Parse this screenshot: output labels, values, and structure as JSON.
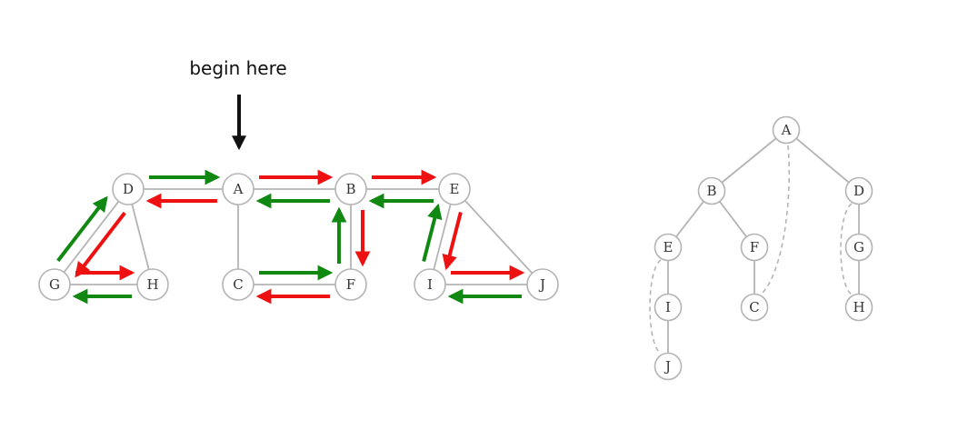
{
  "annotation": {
    "text": "begin here"
  },
  "graph": {
    "nodes": [
      "A",
      "B",
      "C",
      "D",
      "E",
      "F",
      "G",
      "H",
      "I",
      "J"
    ],
    "edges": [
      [
        "D",
        "A"
      ],
      [
        "A",
        "B"
      ],
      [
        "B",
        "E"
      ],
      [
        "A",
        "C"
      ],
      [
        "B",
        "F"
      ],
      [
        "E",
        "I"
      ],
      [
        "D",
        "G"
      ],
      [
        "D",
        "H"
      ],
      [
        "G",
        "H"
      ],
      [
        "C",
        "F"
      ],
      [
        "I",
        "J"
      ],
      [
        "E",
        "J"
      ]
    ],
    "traversal_arrows": [
      {
        "from": "D",
        "to": "A",
        "color": "green"
      },
      {
        "from": "A",
        "to": "D",
        "color": "red"
      },
      {
        "from": "A",
        "to": "B",
        "color": "red"
      },
      {
        "from": "B",
        "to": "A",
        "color": "green"
      },
      {
        "from": "B",
        "to": "E",
        "color": "red"
      },
      {
        "from": "E",
        "to": "B",
        "color": "green"
      },
      {
        "from": "B",
        "to": "F",
        "color": "red"
      },
      {
        "from": "F",
        "to": "B",
        "color": "green"
      },
      {
        "from": "C",
        "to": "F",
        "color": "green"
      },
      {
        "from": "F",
        "to": "C",
        "color": "red"
      },
      {
        "from": "E",
        "to": "I",
        "color": "red"
      },
      {
        "from": "I",
        "to": "E",
        "color": "green"
      },
      {
        "from": "I",
        "to": "J",
        "color": "red"
      },
      {
        "from": "J",
        "to": "I",
        "color": "green"
      },
      {
        "from": "D",
        "to": "G",
        "color": "red"
      },
      {
        "from": "G",
        "to": "D",
        "color": "green"
      },
      {
        "from": "G",
        "to": "H",
        "color": "red"
      },
      {
        "from": "H",
        "to": "G",
        "color": "green"
      }
    ],
    "colors": {
      "red": "#ee1111",
      "green": "#118811"
    }
  },
  "tree": {
    "nodes": [
      "A",
      "B",
      "D",
      "E",
      "F",
      "G",
      "I",
      "C",
      "H",
      "J"
    ],
    "tree_edges": [
      [
        "A",
        "B"
      ],
      [
        "A",
        "D"
      ],
      [
        "B",
        "E"
      ],
      [
        "B",
        "F"
      ],
      [
        "D",
        "G"
      ],
      [
        "E",
        "I"
      ],
      [
        "F",
        "C"
      ],
      [
        "G",
        "H"
      ],
      [
        "I",
        "J"
      ]
    ],
    "back_edges": [
      [
        "A",
        "C"
      ],
      [
        "E",
        "J"
      ],
      [
        "D",
        "H"
      ]
    ]
  }
}
